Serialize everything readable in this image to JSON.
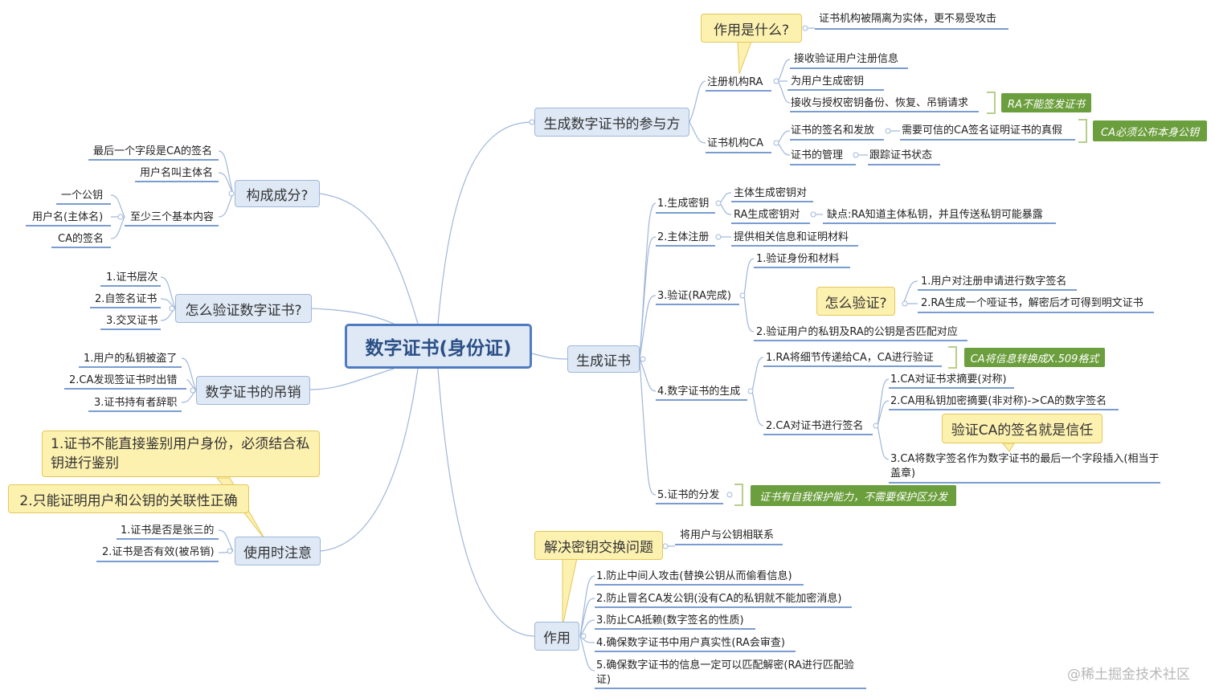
{
  "root": "数字证书(身份证)",
  "left": {
    "composition": {
      "title": "构成成分?",
      "items": [
        "最后一个字段是CA的签名",
        "用户名叫主体名",
        "至少三个基本内容"
      ],
      "basics": [
        "一个公钥",
        "用户名(主体名)",
        "CA的签名"
      ]
    },
    "verify": {
      "title": "怎么验证数字证书?",
      "items": [
        "1.证书层次",
        "2.自签名证书",
        "3.交叉证书"
      ]
    },
    "revoke": {
      "title": "数字证书的吊销",
      "items": [
        "1.用户的私钥被盗了",
        "2.CA发现签证书时出错",
        "3.证书持有者辞职"
      ]
    },
    "usage": {
      "title": "使用时注意",
      "note1": "1.证书不能直接鉴别用户身份，必须结合私钥进行鉴别",
      "note2": "2.只能证明用户和公钥的关联性正确",
      "items": [
        "1.证书是否是张三的",
        "2.证书是否有效(被吊销)"
      ]
    }
  },
  "right": {
    "participants": {
      "title": "生成数字证书的参与方",
      "callout": "作用是什么?",
      "callout_text": "证书机构被隔离为实体，更不易受攻击",
      "ra": {
        "label": "注册机构RA",
        "items": [
          "接收验证用户注册信息",
          "为用户生成密钥",
          "接收与授权密钥备份、恢复、吊销请求"
        ],
        "tag": "RA不能签发证书"
      },
      "ca": {
        "label": "证书机构CA",
        "sign": "证书的签名和发放",
        "sign_detail": "需要可信的CA签名证明证书的真假",
        "tag": "CA必须公布本身公钥",
        "manage": "证书的管理",
        "manage_detail": "跟踪证书状态"
      }
    },
    "generate": {
      "title": "生成证书",
      "step1": {
        "label": "1.生成密钥",
        "a": "主体生成密钥对",
        "b": "RA生成密钥对",
        "b_detail": "缺点:RA知道主体私钥，并且传送私钥可能暴露"
      },
      "step2": {
        "label": "2.主体注册",
        "detail": "提供相关信息和证明材料"
      },
      "step3": {
        "label": "3.验证(RA完成)",
        "a": "1.验证身份和材料",
        "callout": "怎么验证?",
        "c1": "1.用户对注册申请进行数字签名",
        "c2": "2.RA生成一个哑证书，解密后才可得到明文证书",
        "b": "2.验证用户的私钥及RA的公钥是否匹配对应"
      },
      "step4": {
        "label": "4.数字证书的生成",
        "a": "1.RA将细节传递给CA，CA进行验证",
        "tag": "CA将信息转换成X.509格式",
        "b": "2.CA对证书进行签名",
        "b1": "1.CA对证书求摘要(对称)",
        "b2": "2.CA用私钥加密摘要(非对称)->CA的数字签名",
        "callout": "验证CA的签名就是信任",
        "b3": "3.CA将数字签名作为数字证书的最后一个字段插入(相当于盖章)"
      },
      "step5": {
        "label": "5.证书的分发",
        "tag": "证书有自我保护能力，不需要保护区分发"
      }
    },
    "effect": {
      "title": "作用",
      "callout": "解决密钥交换问题",
      "callout_text": "将用户与公钥相联系",
      "items": [
        "1.防止中间人攻击(替换公钥从而偷看信息)",
        "2.防止冒名CA发公钥(没有CA的私钥就不能加密消息)",
        "3.防止CA抵赖(数字签名的性质)",
        "4.确保数字证书中用户真实性(RA会审查)",
        "5.确保数字证书的信息一定可以匹配解密(RA进行匹配验证)"
      ]
    }
  },
  "watermark": "@稀土掘金技术社区",
  "colors": {
    "branch": "#9fb7da",
    "underline": "#4f7bc0",
    "callout_bg": "#fdf1b0",
    "tag_bg": "#6b9e3c"
  }
}
